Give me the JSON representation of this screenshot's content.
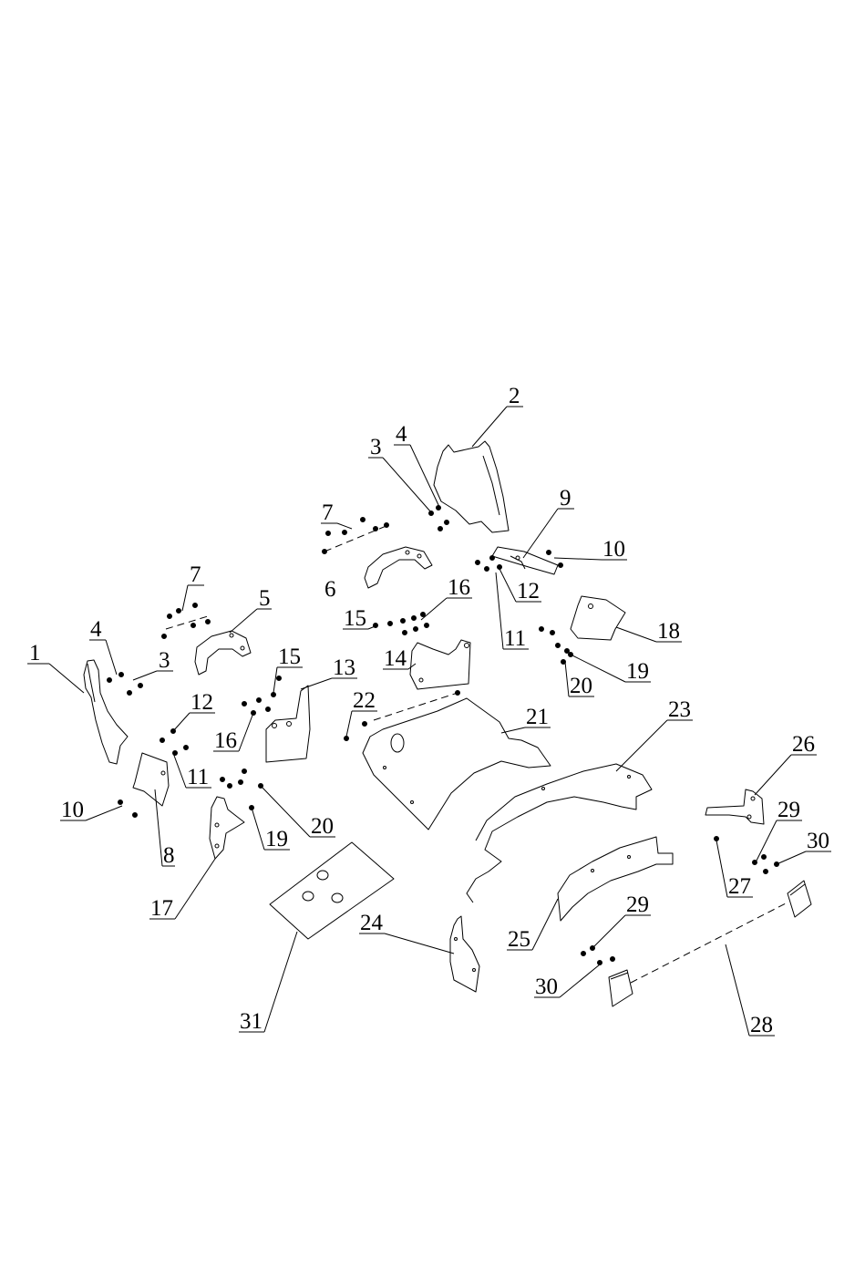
{
  "labels": {
    "p1": "1",
    "p2": "2",
    "p3a": "3",
    "p3b": "3",
    "p4a": "4",
    "p4b": "4",
    "p5": "5",
    "p6": "6",
    "p7a": "7",
    "p7b": "7",
    "p8": "8",
    "p9": "9",
    "p10a": "10",
    "p10b": "10",
    "p11a": "11",
    "p11b": "11",
    "p12a": "12",
    "p12b": "12",
    "p13": "13",
    "p14": "14",
    "p15a": "15",
    "p15b": "15",
    "p16a": "16",
    "p16b": "16",
    "p17": "17",
    "p18": "18",
    "p19a": "19",
    "p19b": "19",
    "p20a": "20",
    "p20b": "20",
    "p21": "21",
    "p22": "22",
    "p23": "23",
    "p24": "24",
    "p25": "25",
    "p26": "26",
    "p27": "27",
    "p28": "28",
    "p29a": "29",
    "p29b": "29",
    "p30a": "30",
    "p30b": "30",
    "p31": "31"
  }
}
